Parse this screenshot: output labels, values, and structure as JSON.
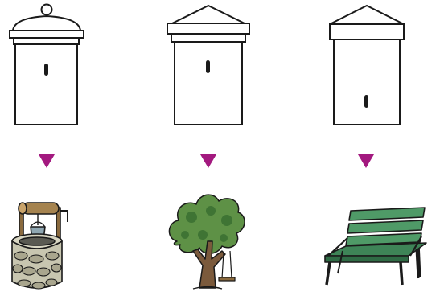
{
  "colors": {
    "outline": "#1a1a1a",
    "arrow": "#a3197f",
    "well_stone": "#c8c6b0",
    "well_stone_dark": "#a9a68e",
    "well_wood": "#8a6a3e",
    "bucket": "#8fa7b2",
    "tree_leaves": "#5e9146",
    "tree_leaves_dark": "#3f7434",
    "tree_trunk": "#7b5a3c",
    "bench_green": "#4f9a67",
    "bench_green_dark": "#2f6b45"
  },
  "columns": [
    {
      "tower": {
        "roof": "dome-with-knob",
        "window_position": "upper"
      },
      "arrow": "down-triangle",
      "object": "stone-well-icon"
    },
    {
      "tower": {
        "roof": "pediment-on-slab",
        "window_position": "upper"
      },
      "arrow": "down-triangle",
      "object": "tree-with-swing-icon"
    },
    {
      "tower": {
        "roof": "pediment-only",
        "window_position": "lower"
      },
      "arrow": "down-triangle",
      "object": "park-bench-icon"
    }
  ]
}
